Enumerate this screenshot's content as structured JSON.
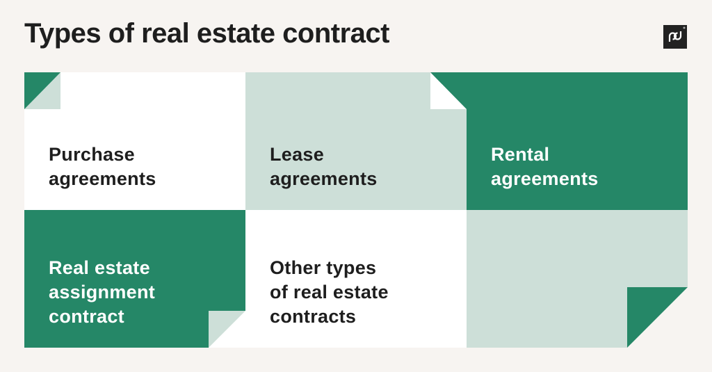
{
  "title": "Types of real estate contract",
  "logo": {
    "icon": "pandadoc-logo-icon",
    "text": "pd"
  },
  "colors": {
    "green": "#258767",
    "light_green": "#cddfd8",
    "white": "#ffffff",
    "background": "#f7f4f1",
    "text_dark": "#1e1e1e"
  },
  "cards": [
    {
      "label": "Purchase\nagreements"
    },
    {
      "label": "Lease\nagreements"
    },
    {
      "label": "Rental\nagreements"
    },
    {
      "label": "Real estate\nassignment\ncontract"
    },
    {
      "label": "Other types\nof real estate\ncontracts"
    }
  ]
}
